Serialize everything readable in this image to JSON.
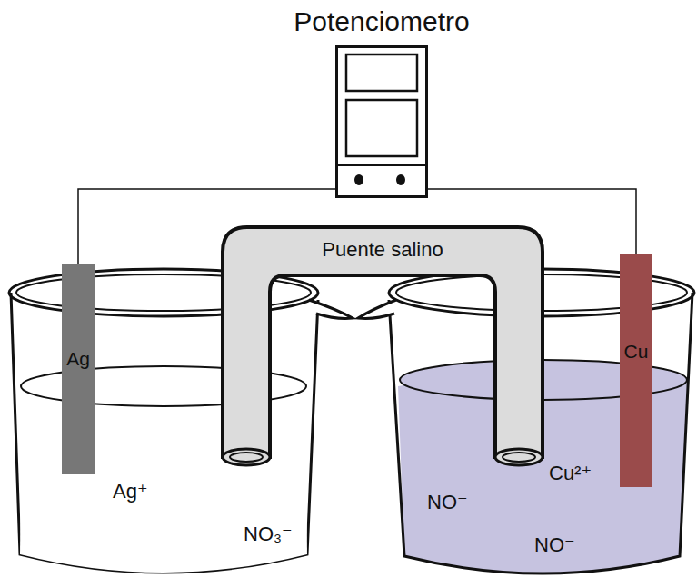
{
  "diagram": {
    "nodes": [
      {
        "text": [
          "Potenciometro"
        ]
      },
      {
        "text": [
          "Puente salino"
        ]
      },
      {
        "text": [
          "Ag"
        ]
      },
      {
        "text": [
          "Cu"
        ]
      }
    ],
    "edges": [
      {
        "from": 0,
        "to": 2,
        "arrow": "none"
      },
      {
        "from": 0,
        "to": 3,
        "arrow": "none"
      }
    ],
    "labels": [
      "Ag⁺",
      "NO₃⁻",
      "NO⁻",
      "Cu²⁺",
      "NO⁻"
    ]
  }
}
